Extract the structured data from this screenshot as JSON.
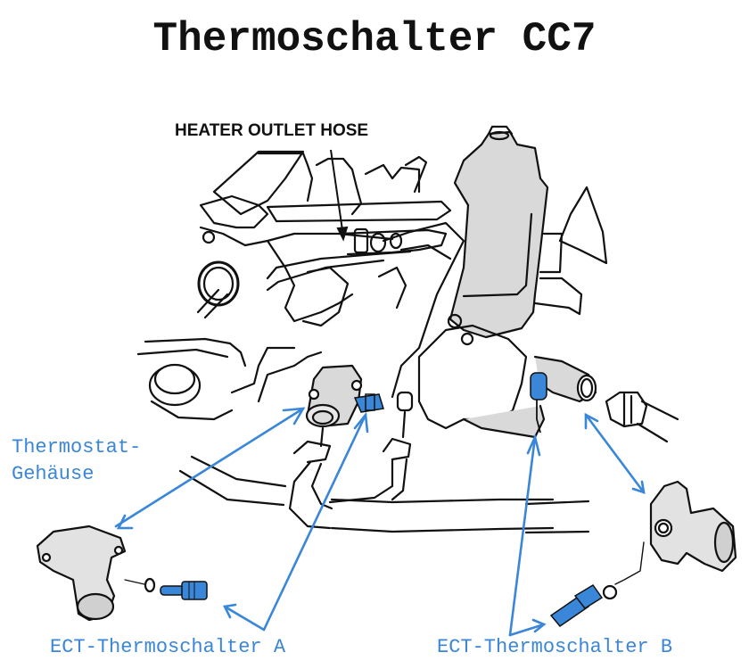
{
  "title": "Thermoschalter CC7",
  "callouts": {
    "heater_outlet_hose": "HEATER OUTLET HOSE"
  },
  "labels": {
    "thermostat_housing_line1": "Thermostat-",
    "thermostat_housing_line2": "Gehäuse",
    "ect_switch_a": "ECT-Thermoschalter A",
    "ect_switch_b": "ECT-Thermoschalter B"
  },
  "colors": {
    "highlight_blue": "#3a86d8",
    "line_black": "#111111",
    "part_gray": "#d9d9d9",
    "background": "#ffffff"
  },
  "parts": [
    {
      "id": "thermostat-housing",
      "label_ref": "labels.thermostat_housing_line1",
      "highlight": false
    },
    {
      "id": "ect-switch-a",
      "label_ref": "labels.ect_switch_a",
      "highlight": true
    },
    {
      "id": "ect-switch-b",
      "label_ref": "labels.ect_switch_b",
      "highlight": true
    },
    {
      "id": "heater-outlet-hose",
      "label_ref": "callouts.heater_outlet_hose",
      "highlight": false
    }
  ]
}
